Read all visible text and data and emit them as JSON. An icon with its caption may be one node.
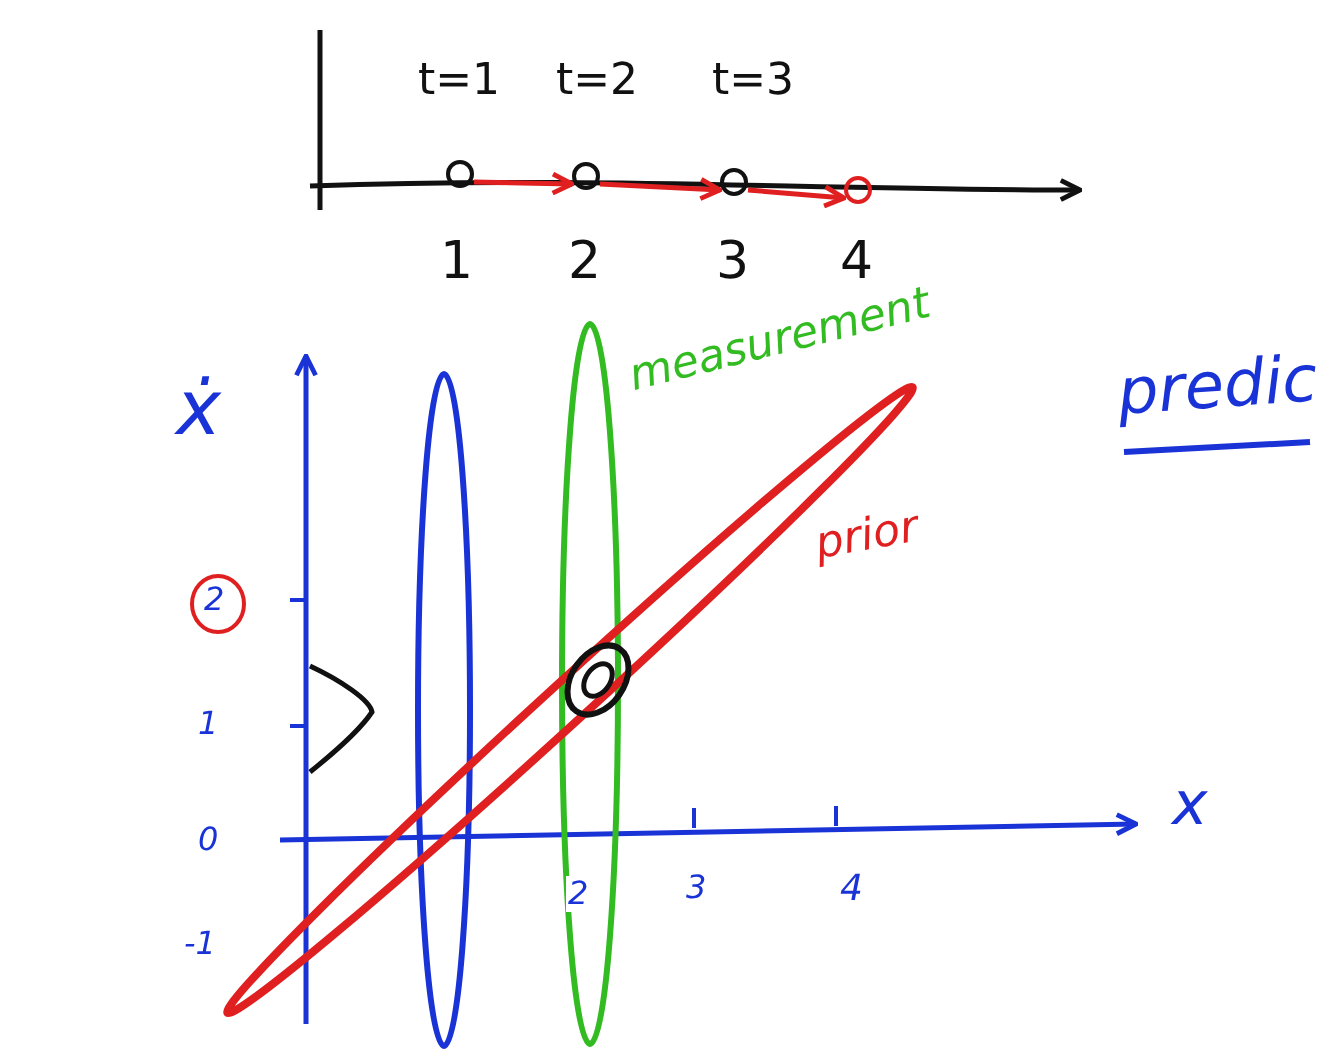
{
  "diagram": {
    "nodes": [
      {
        "text": [],
        "shape": "circle",
        "beside": [
          "t=1",
          "1"
        ]
      },
      {
        "text": [],
        "shape": "circle",
        "beside": [
          "t=2",
          "2"
        ]
      },
      {
        "text": [],
        "shape": "circle",
        "beside": [
          "t=3",
          "3"
        ]
      },
      {
        "text": [],
        "shape": "circle",
        "beside": [
          "4"
        ]
      }
    ],
    "edges": [
      {
        "from": 0,
        "to": 1,
        "arrow": "to"
      },
      {
        "from": 1,
        "to": 2,
        "arrow": "to"
      },
      {
        "from": 2,
        "to": 3,
        "arrow": "to"
      }
    ],
    "labels": [
      "ẋ",
      "measurement",
      "predic",
      "prior",
      "2",
      "1",
      "0",
      "-1",
      "x",
      "2",
      "3",
      "4"
    ]
  }
}
